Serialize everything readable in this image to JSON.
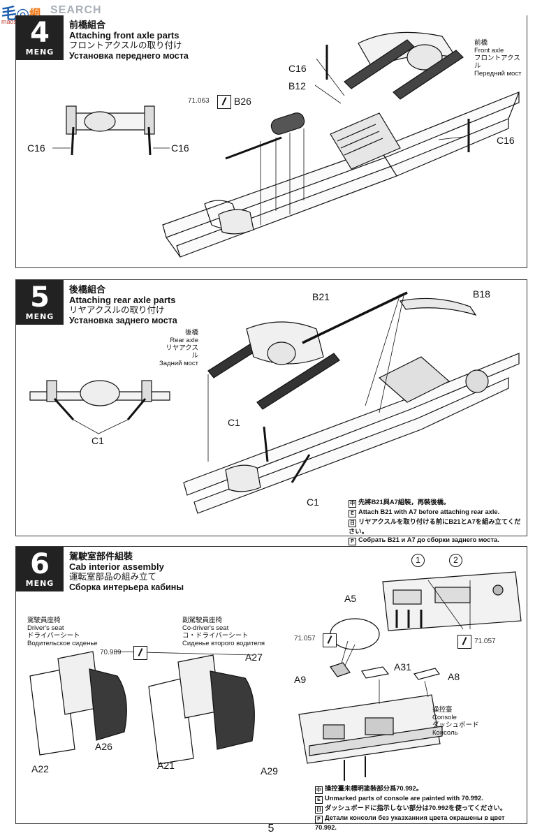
{
  "watermark": {
    "site": "SEARCH",
    "url": "maoshuo.com"
  },
  "page_number": "5",
  "steps": [
    {
      "number": "4",
      "brand": "MENG",
      "title_cn": "前橋組合",
      "title_en": "Attaching front axle parts",
      "title_jp": "フロントアクスルの取り付け",
      "title_ru": "Установка переднего моста",
      "callouts": {
        "c16_top": "C16",
        "b12": "B12",
        "b26": "B26",
        "paint_code": "71.063",
        "c16_left": "C16",
        "c16_right_detail": "C16",
        "c16_right": "C16"
      },
      "part_label": {
        "cn": "前橋",
        "en": "Front axle",
        "jp": "フロントアクスル",
        "ru": "Передний мост"
      }
    },
    {
      "number": "5",
      "brand": "MENG",
      "title_cn": "後橋組合",
      "title_en": "Attaching  rear axle parts",
      "title_jp": "リヤアクスルの取り付け",
      "title_ru": "Установка заднего моста",
      "callouts": {
        "b21": "B21",
        "b18": "B18",
        "c1_detail": "C1",
        "c1_mid": "C1",
        "c1_bottom": "C1"
      },
      "part_label": {
        "cn": "後橋",
        "en": "Rear axle",
        "jp": "リヤアクスル",
        "ru": "Задний мост"
      },
      "notes": [
        {
          "flag": "中",
          "text": "先將B21與A7組裝，再裝後橋。"
        },
        {
          "flag": "E",
          "text": "Attach B21 with A7 before attaching rear axle."
        },
        {
          "flag": "日",
          "text": "リヤアクスルを取り付ける前にB21とA7を組み立てください。"
        },
        {
          "flag": "Р",
          "text": "Собрать B21 и A7 до сборки заднего моста."
        }
      ]
    },
    {
      "number": "6",
      "brand": "MENG",
      "title_cn": "駕駛室部件組裝",
      "title_en": "Cab interior assembly",
      "title_jp": "運転室部品の組み立て",
      "title_ru": "Сборка интерьера кабины",
      "drivers_seat": {
        "cn": "駕駛員座椅",
        "en": "Driver's seat",
        "jp": "ドライバーシート",
        "ru": "Водительское сиденье"
      },
      "codriver_seat": {
        "cn": "副駕駛員座椅",
        "en": "Co-driver's seat",
        "jp": "コ・ドライバーシート",
        "ru": "Сиденье второго водителя"
      },
      "console": {
        "cn": "操控臺",
        "en": "Console",
        "jp": "ダッシュボード",
        "ru": "Консоль"
      },
      "callouts": {
        "paint_seat": "70.989",
        "a27": "A27",
        "a26": "A26",
        "a22": "A22",
        "a21": "A21",
        "a5": "A5",
        "paint_wheel": "71.057",
        "a9": "A9",
        "a31": "A31",
        "a8": "A8",
        "a29": "A29",
        "paint_dash": "71.057",
        "circle1": "1",
        "circle2": "2"
      },
      "notes": [
        {
          "flag": "中",
          "text": "操控臺未標明塗裝部分爲70.992。"
        },
        {
          "flag": "E",
          "text": "Unmarked parts of console are painted with 70.992."
        },
        {
          "flag": "日",
          "text": "ダッシュボードに指示しない部分は70.992を使ってください。"
        },
        {
          "flag": "Р",
          "text": "Детали консоли без указханния цвета окрашены в цвет 70.992."
        }
      ]
    }
  ]
}
